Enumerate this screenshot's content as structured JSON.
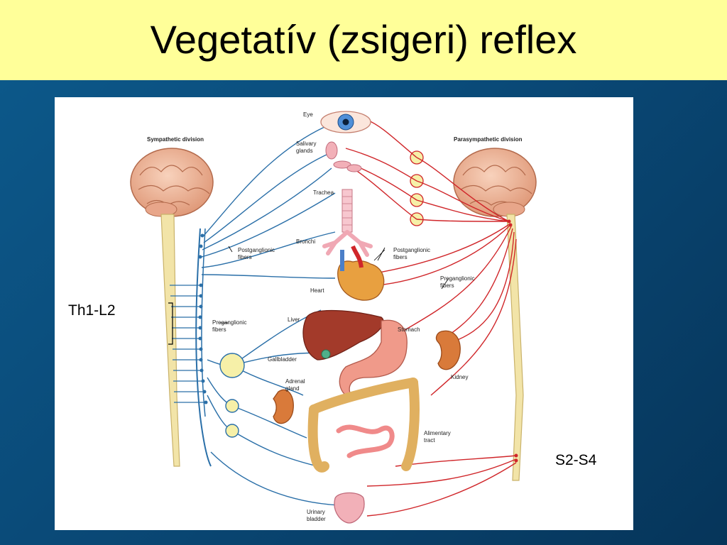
{
  "title": "Vegetatív (zsigeri) reflex",
  "labels": {
    "sympathetic": "Sympathetic division",
    "parasympathetic": "Parasympathetic division",
    "eye": "Eye",
    "salivary": "Salivary glands",
    "salivary_1": "Salivary",
    "salivary_2": "glands",
    "trachea": "Trachea",
    "bronchi": "Bronchi",
    "heart": "Heart",
    "postganglionic_left_1": "Postganglionic",
    "postganglionic_left_2": "fibers",
    "postganglionic_right_1": "Postganglionic",
    "postganglionic_right_2": "fibers",
    "preganglionic_left_1": "Preganglionic",
    "preganglionic_left_2": "fibers",
    "preganglionic_right_1": "Preganglionic",
    "preganglionic_right_2": "fibers",
    "liver": "Liver",
    "gallbladder": "Gallbladder",
    "adrenal_1": "Adrenal",
    "adrenal_2": "gland",
    "stomach": "Stomach",
    "kidney": "Kidney",
    "alimentary_1": "Alimentary",
    "alimentary_2": "tract",
    "urinary_1": "Urinary",
    "urinary_2": "bladder"
  },
  "annotations": {
    "th_range": "Th1-L2",
    "s_range": "S2-S4"
  },
  "colors": {
    "sympathetic_nerve": "#2a6fa8",
    "parasympathetic_nerve": "#d0262a",
    "brain": "#f0b89a",
    "spinal_cord": "#f2e4a8",
    "liver": "#a33a2a",
    "stomach": "#f09a8a",
    "intestine": "#f2cf8a",
    "kidney": "#d97a3a"
  }
}
